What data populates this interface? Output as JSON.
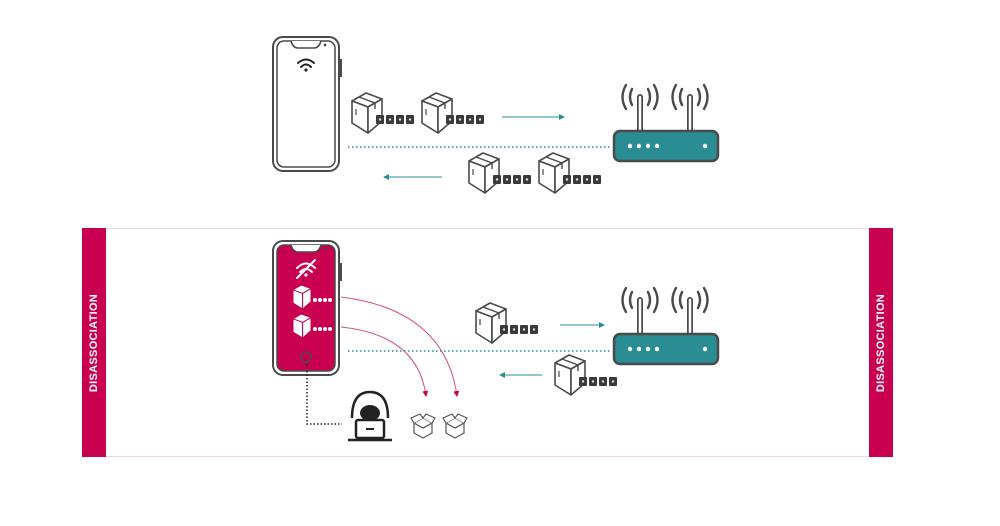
{
  "title": "Wi-Fi deauthentication / disassociation attack",
  "colors": {
    "accent": "#c8004f",
    "router": "#2b8d94",
    "outline": "#4a4a4a",
    "link": "#2b8d94"
  },
  "scenes": [
    {
      "id": "normal",
      "device": {
        "icon": "smartphone-icon",
        "status_icon": "wifi-icon"
      },
      "access_point": {
        "icon": "router-icon"
      },
      "uplink_packets": 2,
      "downlink_packets": 2
    },
    {
      "id": "attack",
      "label_left": "DISASSOCIATION",
      "label_right": "DISASSOCIATION",
      "device": {
        "icon": "smartphone-icon",
        "status_icon": "wifi-off-icon"
      },
      "access_point": {
        "icon": "router-icon"
      },
      "attacker": {
        "icon": "hacker-icon"
      },
      "redirected_packets": 2,
      "uplink_packets": 1,
      "downlink_packets": 1
    }
  ]
}
